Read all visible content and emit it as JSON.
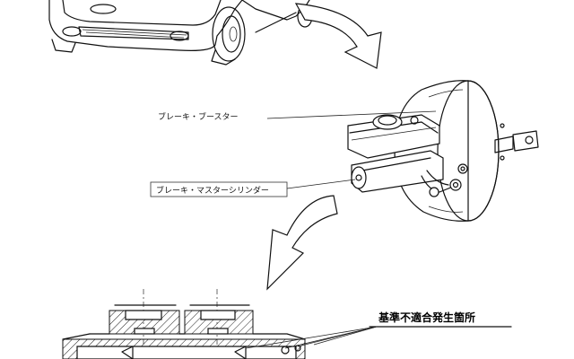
{
  "labels": {
    "brake_booster": "ブレーキ・ブースター",
    "master_cylinder": "ブレーキ・マスターシリンダー",
    "defect_location": "基準不適合発生箇所"
  }
}
